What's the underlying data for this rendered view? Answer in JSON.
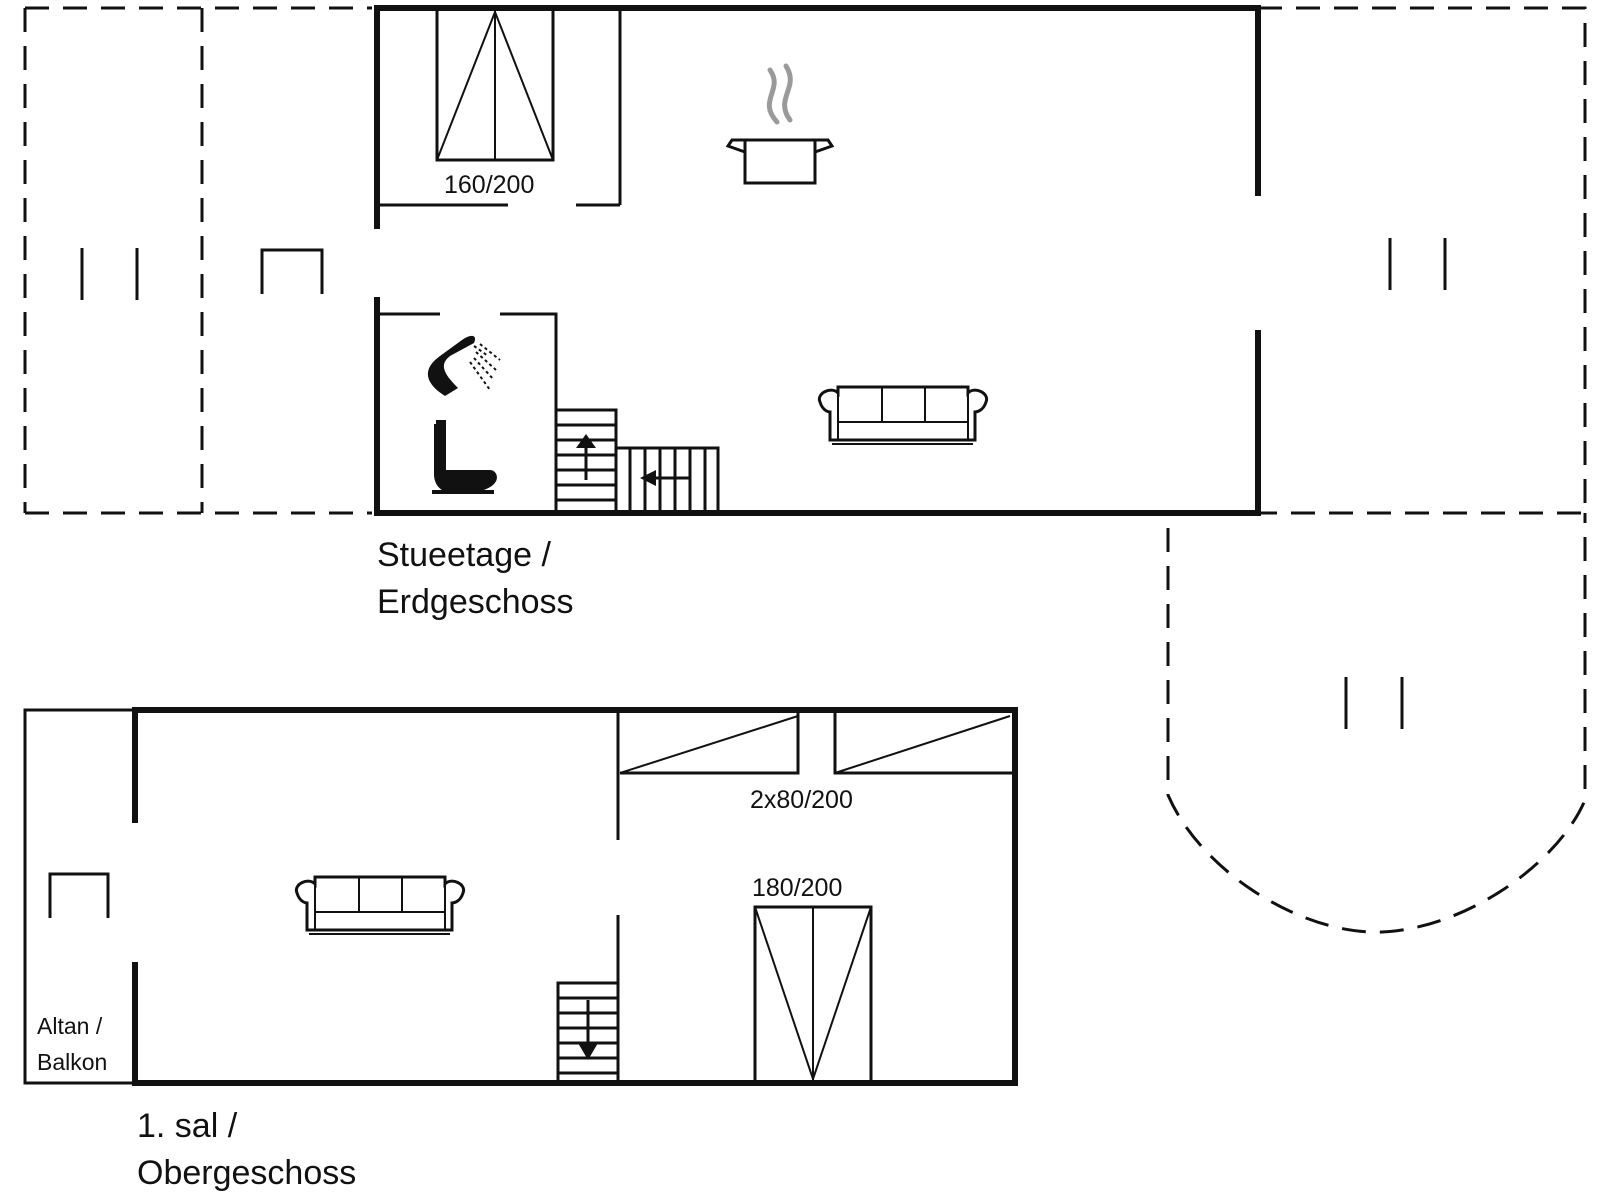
{
  "colors": {
    "line": "#111111",
    "smoke": "#9a9a9a",
    "background": "#ffffff"
  },
  "ground_floor": {
    "label_line1": "Stueetage /",
    "label_line2": "Erdgeschoss",
    "bed_label": "160/200"
  },
  "upper_floor": {
    "label_line1": "1. sal /",
    "label_line2": "Obergeschoss",
    "twin_bed_label": "2x80/200",
    "double_bed_label": "180/200",
    "balcony_line1": "Altan /",
    "balcony_line2": "Balkon"
  },
  "icons": [
    "cooking-pot-icon",
    "sofa-icon",
    "shower-icon",
    "toilet-icon",
    "stairs-up-icon",
    "stairs-down-icon",
    "bed-icon",
    "terrace-door-icon"
  ]
}
